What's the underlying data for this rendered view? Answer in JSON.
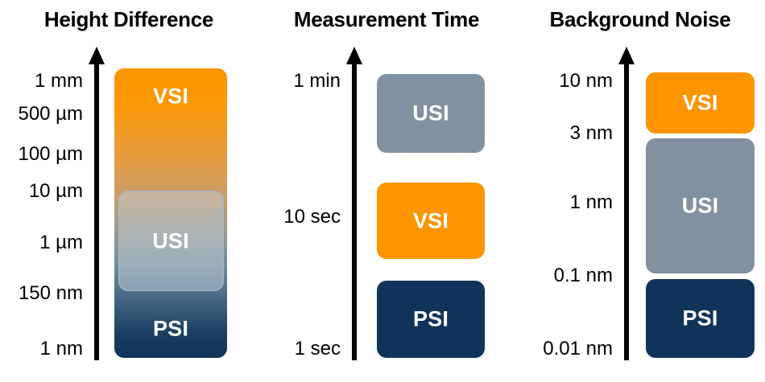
{
  "figure": {
    "title_alt": "Interferometry mode comparison",
    "background": "#ffffff",
    "colors": {
      "vsi_orange": "#fd9400",
      "usi_grey": "#8191a0",
      "psi_navy": "#10335a",
      "axis_black": "#000000",
      "label_white": "#ffffff"
    }
  },
  "chart_data": {
    "type": "bar",
    "title": "Interferometry mode comparison across three metrics",
    "panels": [
      {
        "title": "Height Difference",
        "axis_direction": "up",
        "tick_labels": [
          "1 mm",
          "500 µm",
          "100 µm",
          "10 µm",
          "1 µm",
          "150 nm",
          "1 nm"
        ],
        "tick_y": [
          101,
          142,
          192,
          238,
          302,
          365,
          434
        ],
        "style": "continuous-gradient",
        "series": [
          {
            "name": "VSI",
            "label": "VSI",
            "color": "#fd9400",
            "range_top": "1 mm",
            "range_bottom": "10 µm"
          },
          {
            "name": "USI",
            "label": "USI",
            "color": "#8191a0",
            "range_top": "10 µm",
            "range_bottom": "150 nm"
          },
          {
            "name": "PSI",
            "label": "PSI",
            "color": "#10335a",
            "range_top": "150 nm",
            "range_bottom": "1 nm"
          }
        ]
      },
      {
        "title": "Measurement Time",
        "axis_direction": "up",
        "tick_labels": [
          "1 min",
          "10 sec",
          "1 sec"
        ],
        "tick_y": [
          101,
          270,
          434
        ],
        "style": "separate-blocks",
        "series": [
          {
            "name": "USI",
            "label": "USI",
            "color": "#8191a0",
            "value_label": "1 min"
          },
          {
            "name": "VSI",
            "label": "VSI",
            "color": "#fd9400",
            "value_label": "10 sec"
          },
          {
            "name": "PSI",
            "label": "PSI",
            "color": "#10335a",
            "value_label": "1 sec"
          }
        ]
      },
      {
        "title": "Background Noise",
        "axis_direction": "up",
        "tick_labels": [
          "10 nm",
          "3 nm",
          "1 nm",
          "0.1 nm",
          "0.01 nm"
        ],
        "tick_y": [
          101,
          166,
          252,
          343,
          434
        ],
        "style": "stacked-blocks",
        "series": [
          {
            "name": "VSI",
            "label": "VSI",
            "color": "#fd9400",
            "range_top": "10 nm",
            "range_bottom": "3 nm"
          },
          {
            "name": "USI",
            "label": "USI",
            "color": "#8191a0",
            "range_top": "3 nm",
            "range_bottom": "0.1 nm"
          },
          {
            "name": "PSI",
            "label": "PSI",
            "color": "#10335a",
            "range_top": "0.1 nm",
            "range_bottom": "0.01 nm"
          }
        ]
      }
    ],
    "legend": {
      "position": "in-bar",
      "entries": [
        "VSI",
        "USI",
        "PSI"
      ]
    },
    "grid": false
  }
}
